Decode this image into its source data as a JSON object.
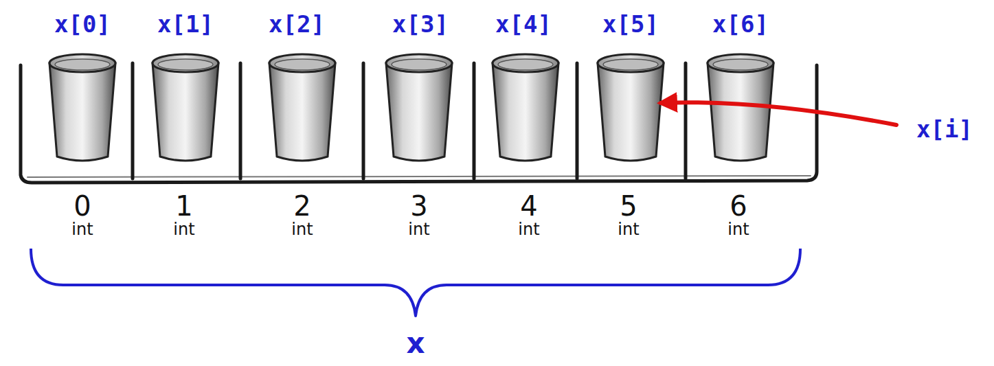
{
  "diagram": {
    "labels": [
      "x[0]",
      "x[1]",
      "x[2]",
      "x[3]",
      "x[4]",
      "x[5]",
      "x[6]",
      "x[i]",
      "0",
      "int",
      "1",
      "int",
      "2",
      "int",
      "3",
      "int",
      "4",
      "int",
      "5",
      "int",
      "6",
      "int",
      "x"
    ]
  }
}
